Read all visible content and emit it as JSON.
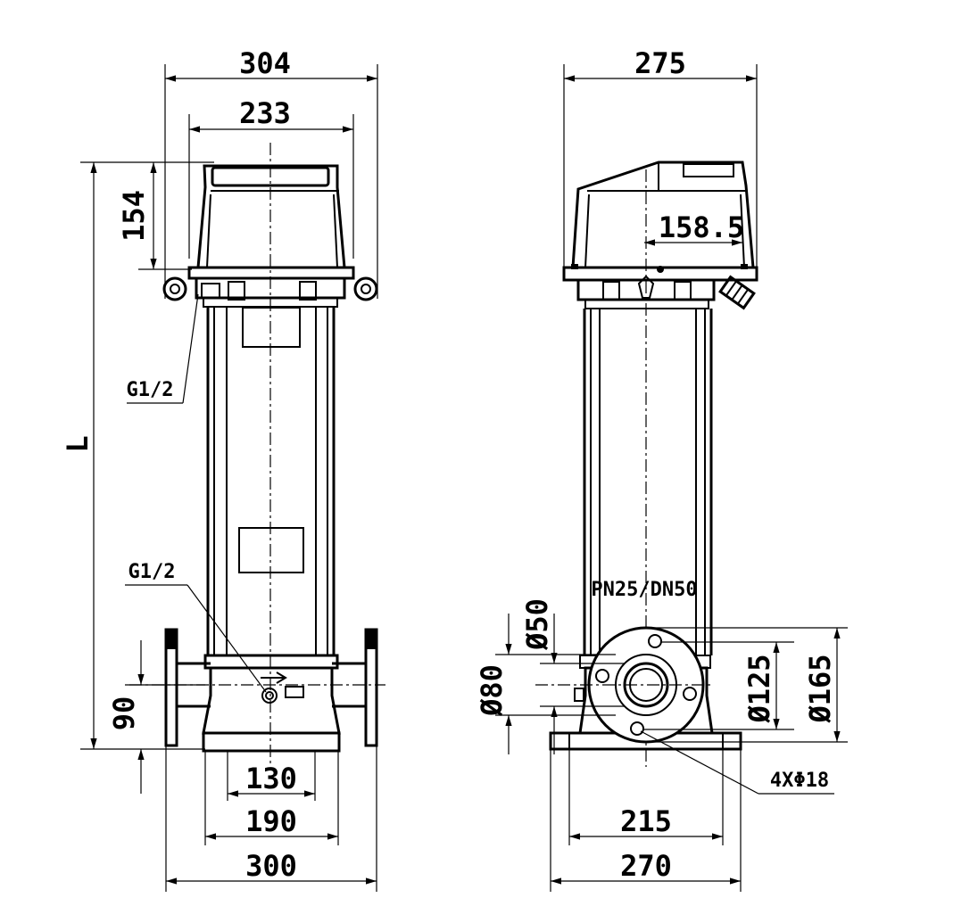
{
  "front_view": {
    "dims": {
      "overall_width": "304",
      "motor_width": "233",
      "motor_height": "154",
      "length": "L",
      "inlet_height": "90",
      "base_inner": "130",
      "base_mid": "190",
      "base_outer": "300"
    },
    "labels": {
      "top_port": "G1/2",
      "bottom_port": "G1/2"
    }
  },
  "side_view": {
    "dims": {
      "overall_width": "275",
      "motor_offset": "158.5",
      "dn_small": "Ø50",
      "dn_raised": "Ø80",
      "bolt_circle": "Ø125",
      "flange_od": "Ø165",
      "base_inner": "215",
      "base_outer": "270"
    },
    "labels": {
      "flange_spec": "PN25/DN50",
      "bolt_holes": "4XΦ18"
    }
  }
}
